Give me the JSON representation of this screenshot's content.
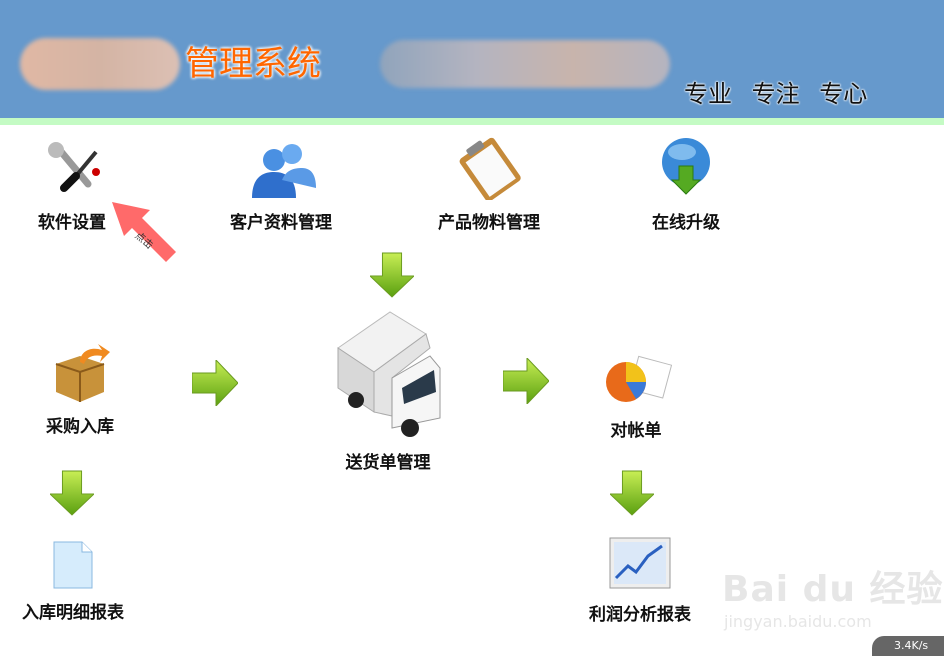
{
  "header": {
    "title": "管理系统",
    "slogan": "专业 专注 专心"
  },
  "modules": [
    {
      "label": "软件设置",
      "icon": "tools-icon"
    },
    {
      "label": "客户资料管理",
      "icon": "users-icon"
    },
    {
      "label": "产品物料管理",
      "icon": "clipboard-icon"
    },
    {
      "label": "在线升级",
      "icon": "globe-download-icon"
    },
    {
      "label": "采购入库",
      "icon": "box-icon"
    },
    {
      "label": "送货单管理",
      "icon": "truck-icon"
    },
    {
      "label": "对帐单",
      "icon": "pie-chart-icon"
    },
    {
      "label": "入库明细报表",
      "icon": "document-icon"
    },
    {
      "label": "利润分析报表",
      "icon": "line-chart-icon"
    }
  ],
  "annotation": {
    "text": "点击",
    "color": "#ff5555"
  },
  "watermark": {
    "brand": "Bai du 经验",
    "url": "jingyan.baidu.com"
  },
  "status": {
    "speed": "3.4K/s"
  },
  "colors": {
    "header": "#6699cc",
    "strip": "#c4fbc4",
    "title": "#ff6600",
    "arrow": "#88cc22"
  }
}
